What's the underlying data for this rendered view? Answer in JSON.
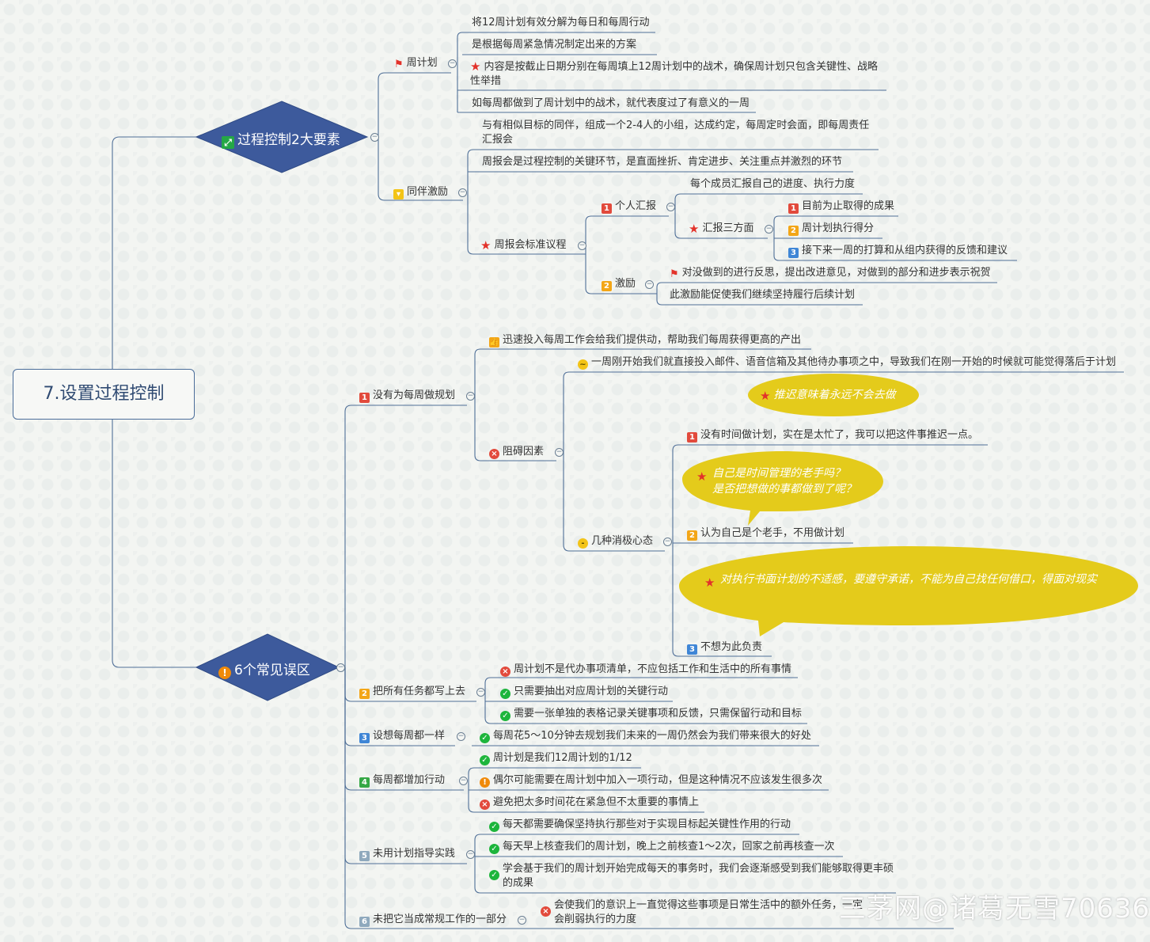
{
  "root": "7.设置过程控制",
  "branch1": {
    "title": "过程控制2大要素",
    "weekly_plan": {
      "label": "周计划",
      "items": [
        "将12周计划有效分解为每日和每周行动",
        "是根据每周紧急情况制定出来的方案",
        "内容是按截止日期分别在每周填上12周计划中的战术，确保周计划只包含关键性、战略性举措",
        "如每周都做到了周计划中的战术，就代表度过了有意义的一周"
      ]
    },
    "peer": {
      "label": "同伴激励",
      "items": [
        "与有相似目标的同伴，组成一个2-4人的小组，达成约定，每周定时会面，即每周责任汇报会",
        "周报会是过程控制的关键环节，是直面挫折、肯定进步、关注重点并激烈的环节"
      ],
      "protocol": {
        "label": "周报会标准议程",
        "report": {
          "label": "个人汇报",
          "item": "每个成员汇报自己的进度、执行力度",
          "three": {
            "label": "汇报三方面",
            "items": [
              "目前为止取得的成果",
              "周计划执行得分",
              "接下来一周的打算和从组内获得的反馈和建议"
            ]
          }
        },
        "encourage": {
          "label": "激励",
          "items": [
            "对没做到的进行反思，提出改进意见，对做到的部分和进步表示祝贺",
            "此激励能促使我们继续坚持履行后续计划"
          ]
        }
      }
    }
  },
  "branch2": {
    "title": "6个常见误区",
    "m1": {
      "label": "没有为每周做规划",
      "fast": "迅速投入每周工作会给我们提供动，帮助我们每周获得更高的产出",
      "obstacle": {
        "label": "阻碍因素",
        "item": "一周刚开始我们就直接投入邮件、语音信箱及其他待办事项之中，导致我们在刚一开始的时候就可能觉得落后于计划",
        "bubble": "推迟意味着永远不会去做",
        "mind": {
          "label": "几种消极心态",
          "items": [
            "没有时间做计划，实在是太忙了，我可以把这件事推迟一点。",
            "认为自己是个老手，不用做计划",
            "不想为此负责"
          ],
          "bubble1": [
            "自己是时间管理的老手吗？",
            "是否把想做的事都做到了呢？"
          ],
          "bubble2": "对执行书面计划的不适感，要遵守承诺，不能为自己找任何借口，得面对现实"
        }
      }
    },
    "m2": {
      "label": "把所有任务都写上去",
      "items": [
        "周计划不是代办事项清单，不应包括工作和生活中的所有事情",
        "只需要抽出对应周计划的关键行动",
        "需要一张单独的表格记录关键事项和反馈，只需保留行动和目标"
      ]
    },
    "m3": {
      "label": "设想每周都一样",
      "items": [
        "每周花5～10分钟去规划我们未来的一周仍然会为我们带来很大的好处"
      ]
    },
    "m4": {
      "label": "每周都增加行动",
      "items": [
        "周计划是我们12周计划的1/12",
        "偶尔可能需要在周计划中加入一项行动，但是这种情况不应该发生很多次",
        "避免把太多时间花在紧急但不太重要的事情上"
      ]
    },
    "m5": {
      "label": "未用计划指导实践",
      "items": [
        "每天都需要确保坚持执行那些对于实现目标起关键性作用的行动",
        "每天早上核查我们的周计划，晚上之前核查1～2次，回家之前再核查一次",
        "学会基于我们的周计划开始完成每天的事务时，我们会逐渐感受到我们能够取得更丰硕的成果"
      ]
    },
    "m6": {
      "label": "未把它当成常规工作的一部分",
      "item": "会使我们的意识上一直觉得这些事项是日常生活中的额外任务，一定会削弱执行的力度"
    }
  },
  "watermark": "三茅网@诸葛无雪70636",
  "colors": {
    "line": "#4f6f97",
    "diamond": "#3d5a9c",
    "bubble": "#e4cb1b"
  }
}
